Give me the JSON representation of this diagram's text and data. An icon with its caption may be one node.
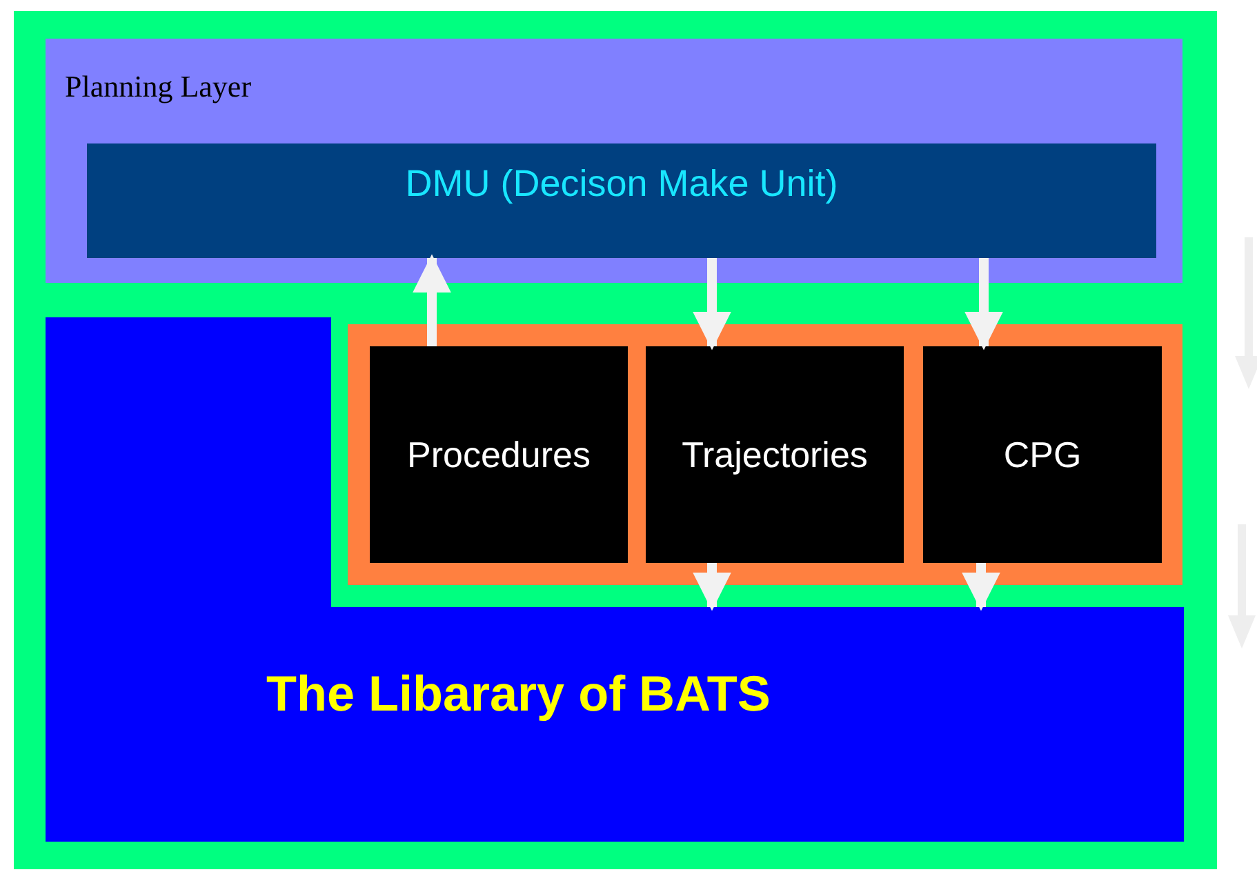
{
  "diagram": {
    "nodes": [
      {
        "text": [
          "Planning Layer"
        ]
      },
      {
        "text": [
          "DMU (Decison Make Unit)"
        ],
        "in": 0
      },
      {
        "text": [
          "The Libarary of BATS"
        ]
      },
      {
        "text": [],
        "shape": "box"
      },
      {
        "text": [
          "Procedures"
        ],
        "in": 3
      },
      {
        "text": [
          "Trajectories"
        ],
        "in": 3
      },
      {
        "text": [
          "CPG"
        ],
        "in": 3
      }
    ],
    "edges": [
      {
        "from": 4,
        "to": 1,
        "arrow": "to"
      },
      {
        "from": 1,
        "to": 5,
        "arrow": "to"
      },
      {
        "from": 1,
        "to": 6,
        "arrow": "to"
      },
      {
        "from": 5,
        "to": 2,
        "arrow": "to"
      },
      {
        "from": 6,
        "to": 2,
        "arrow": "to"
      }
    ]
  }
}
